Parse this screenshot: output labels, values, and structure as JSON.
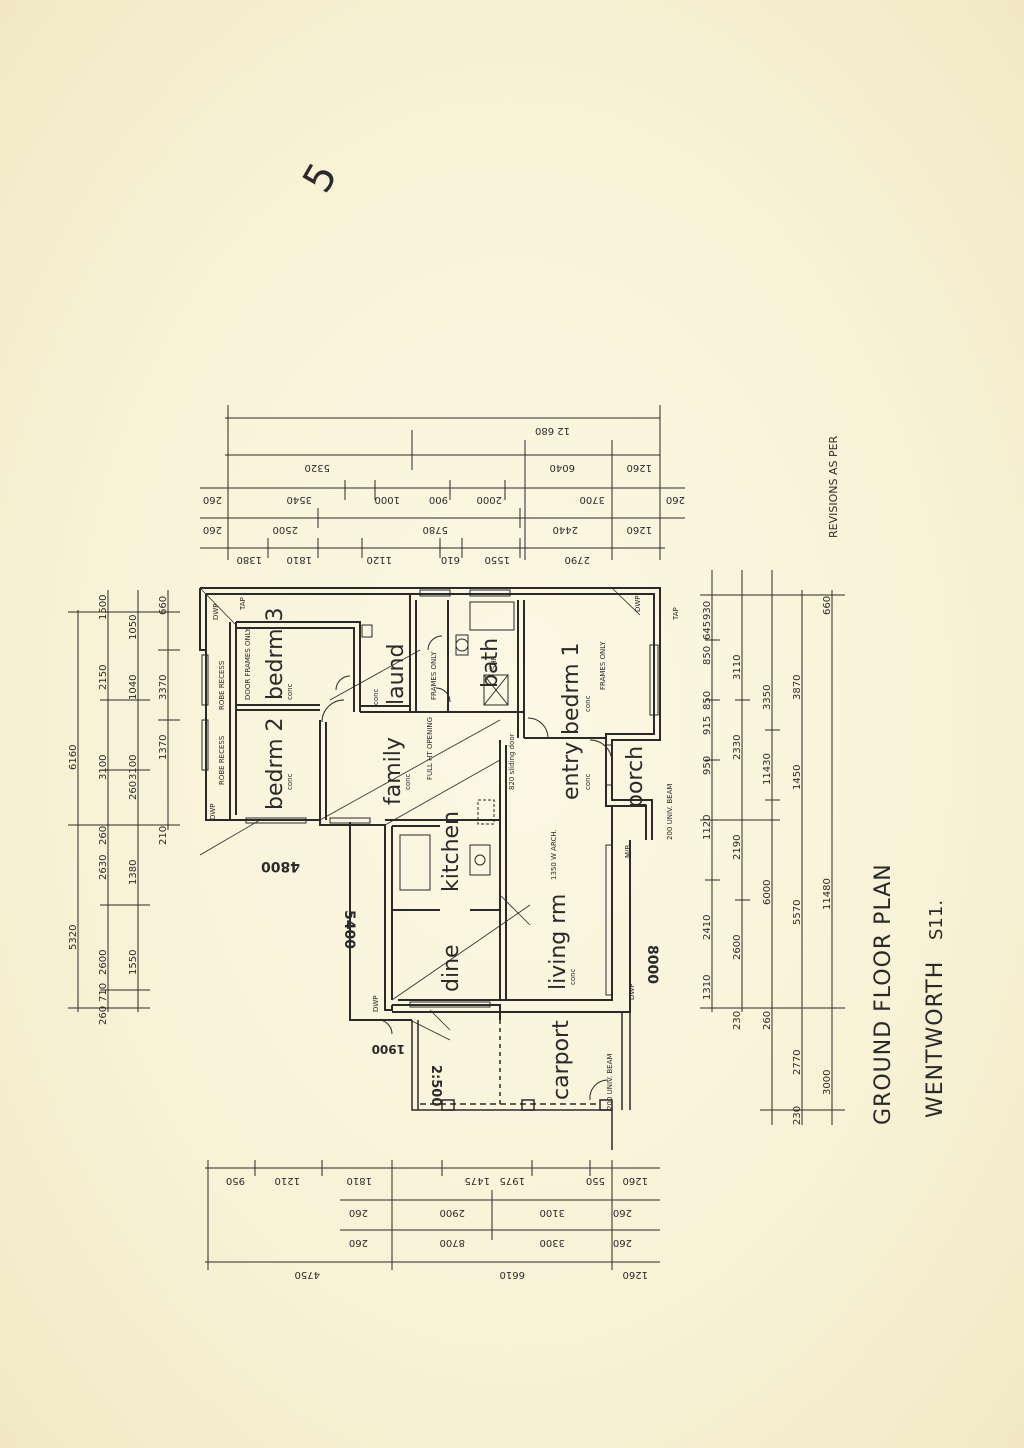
{
  "drawing": {
    "title": "GROUND FLOOR PLAN",
    "subtitle": "WENTWORTH",
    "ref": "S11.",
    "revision_note": "REVISIONS AS PER",
    "sheet_mark": "5"
  },
  "rooms": {
    "bedrm3": "bedrm 3",
    "bedrm2": "bedrm 2",
    "laund": "laund",
    "bath": "bath",
    "family": "family",
    "bedrm1": "bedrm 1",
    "entry": "entry",
    "porch": "porch",
    "kitchen": "kitchen",
    "dine": "dine",
    "living": "living rm",
    "carport": "carport"
  },
  "notes": {
    "robe_recess": "ROBE RECESS",
    "door_frames": "DOOR FRAMES ONLY",
    "conc": "conc",
    "full_ht_opening": "FULL HT OPENING",
    "frames_only": "FRAMES ONLY",
    "sliding_door": "820 sliding door",
    "arch": "1350 W ARCH.",
    "beam_porch": "200 UNIV. BEAM",
    "beam_carport": "200 UNIV. BEAM",
    "tap": "TAP",
    "dwp": "DWP",
    "mb": "M/B",
    "shr": "SHR"
  },
  "hand_dims": {
    "d4800": "4800",
    "d5400": "5400",
    "d8000": "8000",
    "d2500": "2:500",
    "d1900": "1900"
  },
  "dims_top": {
    "r1": [
      "12 680"
    ],
    "r2": [
      "5320",
      "6040",
      "1260"
    ],
    "r3": [
      "260",
      "3540",
      "1000",
      "900",
      "2000",
      "3700",
      "260"
    ],
    "r4": [
      "260",
      "2500",
      "5780",
      "2440",
      "1260"
    ],
    "r5": [
      "1380",
      "1810",
      "1120",
      "610",
      "1550",
      "2790"
    ]
  },
  "dims_left": {
    "r1": [
      "6160",
      "5320"
    ],
    "r2": [
      "2150",
      "1500",
      "3100",
      "260",
      "2630",
      "2600",
      "710",
      "260"
    ],
    "r3": [
      "1040",
      "1050",
      "3100",
      "260",
      "1380",
      "1550"
    ],
    "r4": [
      "3370",
      "1370",
      "210",
      "660"
    ]
  },
  "dims_right": {
    "r1": [
      "930",
      "645",
      "850",
      "850",
      "915",
      "950",
      "1120",
      "2410",
      "1310"
    ],
    "r2": [
      "3110",
      "2330",
      "2190",
      "2600",
      "230"
    ],
    "r3": [
      "3350",
      "11430",
      "6000",
      "260"
    ],
    "r4": [
      "3870",
      "1450",
      "5570",
      "2770",
      "230"
    ],
    "r5": [
      "11480",
      "3000",
      "660"
    ]
  },
  "dims_bottom": {
    "r1": [
      "950",
      "1210",
      "1810",
      "1975",
      "1475",
      "550",
      "1260"
    ],
    "r2": [
      "260",
      "2900",
      "3100",
      "260"
    ],
    "r3": [
      "260",
      "8700",
      "3300",
      "260"
    ],
    "r4": [
      "4750",
      "6610",
      "1260"
    ]
  }
}
